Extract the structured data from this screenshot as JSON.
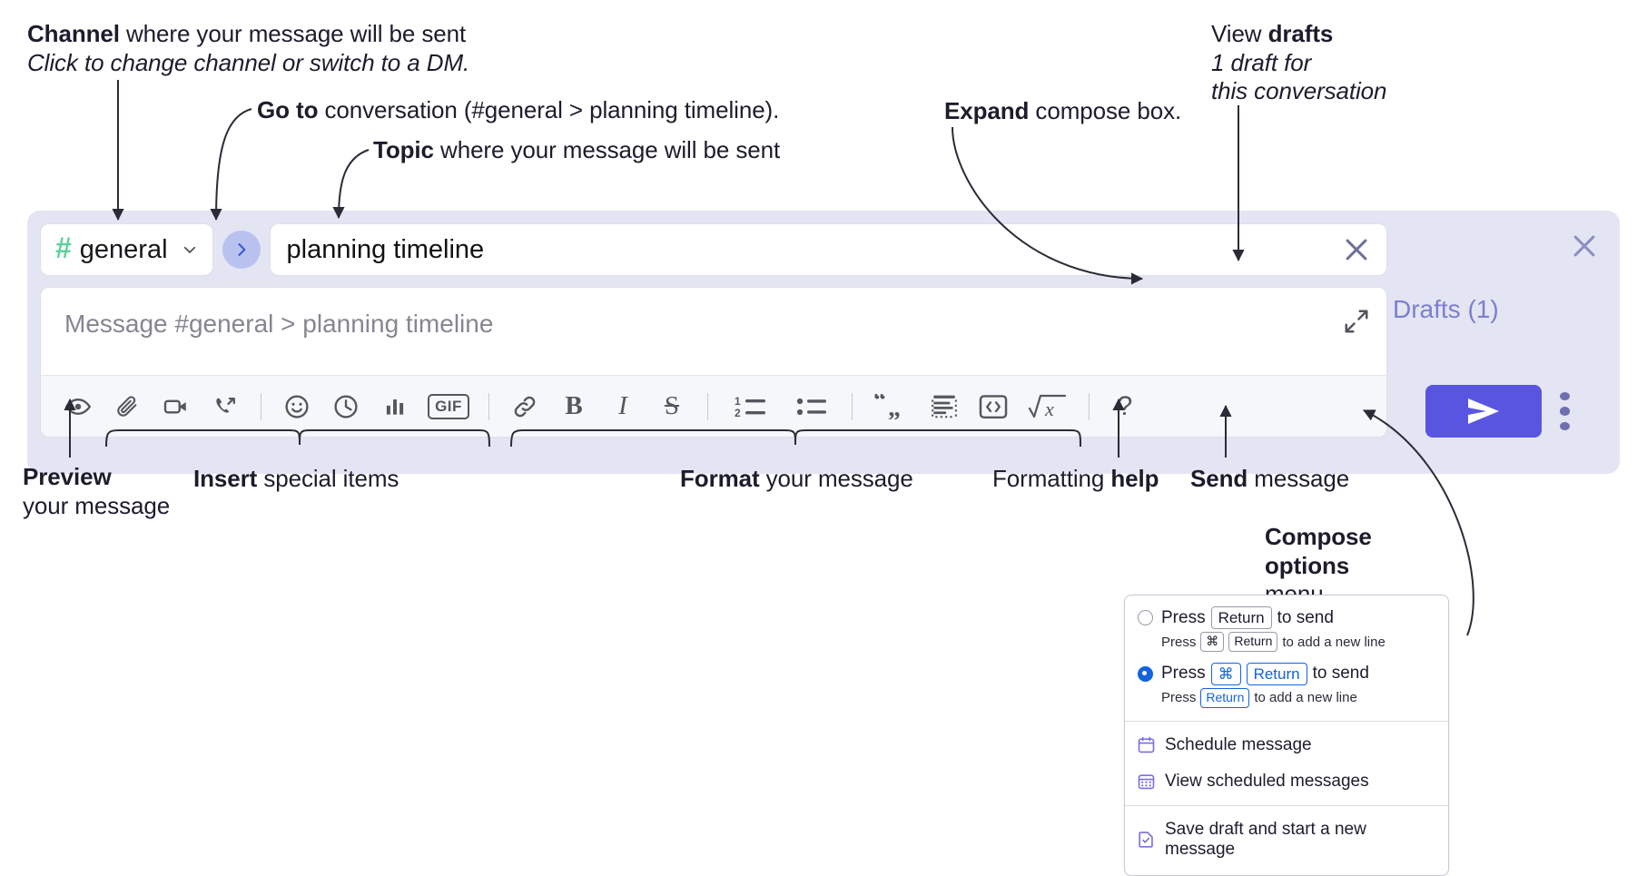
{
  "annotations": {
    "channel": {
      "strong": "Channel",
      "rest": " where your message will be sent",
      "italic": "Click to change channel or switch to a DM."
    },
    "goto": {
      "strong": "Go to",
      "rest": " conversation (#general > planning timeline)."
    },
    "topic": {
      "strong": "Topic",
      "rest": " where your message will be sent"
    },
    "expand": {
      "strong": "Expand",
      "rest": " compose box."
    },
    "drafts": {
      "lead": "View ",
      "strong": "drafts",
      "italic1": "1 draft for",
      "italic2": "this conversation"
    },
    "preview": {
      "strong": "Preview",
      "rest": "your message"
    },
    "insert": {
      "strong": "Insert",
      "rest": " special items"
    },
    "format": {
      "strong": "Format",
      "rest": " your message"
    },
    "help": {
      "lead": "Formatting ",
      "strong": "help"
    },
    "send": {
      "strong": "Send",
      "rest": " message"
    },
    "compose_options": {
      "strong1": "Compose",
      "strong2": "options",
      "rest": "menu"
    }
  },
  "compose": {
    "channel_name": "general",
    "channel_icon": "hash-icon",
    "channel_chevron": "chevron-down-icon",
    "goto_icon": "chevron-right-icon",
    "topic_value": "planning timeline",
    "topic_clear_icon": "close-icon",
    "message_placeholder": "Message #general > planning timeline",
    "expand_icon": "expand-icon",
    "panel_close_icon": "close-icon",
    "drafts_label": "Drafts (1)",
    "send_icon": "send-paper-plane-icon",
    "options_icon": "kebab-menu-icon",
    "accent_color": "#5a55e0",
    "panel_background": "#e3e5f2",
    "hash_color": "#5ed29a",
    "drafts_color": "#7b7fd1"
  },
  "toolbar": {
    "groups": [
      {
        "name": "preview",
        "items": [
          {
            "name": "preview-eye-icon",
            "label": "Preview"
          }
        ]
      },
      {
        "name": "insert",
        "items": [
          {
            "name": "attachment-paperclip-icon",
            "label": "Attach file"
          },
          {
            "name": "video-camera-icon",
            "label": "Video clip"
          },
          {
            "name": "audio-call-icon",
            "label": "Audio clip"
          }
        ]
      },
      {
        "name": "insert2",
        "items": [
          {
            "name": "emoji-smiley-icon",
            "label": "Emoji"
          },
          {
            "name": "clock-icon",
            "label": "Reminder"
          },
          {
            "name": "poll-bar-chart-icon",
            "label": "Poll"
          },
          {
            "name": "gif-icon",
            "label": "GIF"
          }
        ]
      },
      {
        "name": "format",
        "items": [
          {
            "name": "link-icon",
            "label": "Link"
          },
          {
            "name": "bold-icon",
            "label": "B"
          },
          {
            "name": "italic-icon",
            "label": "I"
          },
          {
            "name": "strikethrough-icon",
            "label": "S"
          }
        ]
      },
      {
        "name": "lists",
        "items": [
          {
            "name": "ordered-list-icon",
            "label": "Ordered list"
          },
          {
            "name": "bulleted-list-icon",
            "label": "Bulleted list"
          }
        ]
      },
      {
        "name": "blocks",
        "items": [
          {
            "name": "blockquote-icon",
            "label": "Blockquote"
          },
          {
            "name": "code-block-icon",
            "label": "Code block"
          },
          {
            "name": "inline-code-icon",
            "label": "Code"
          },
          {
            "name": "math-formula-icon",
            "label": "Math"
          }
        ]
      },
      {
        "name": "help",
        "items": [
          {
            "name": "help-question-icon",
            "label": "?"
          }
        ]
      }
    ],
    "gif_label": "GIF",
    "bold_label": "B",
    "italic_label": "I",
    "strike_label": "S",
    "help_label": "?"
  },
  "options_menu": {
    "radio_options": [
      {
        "selected": false,
        "press": "Press",
        "keys": [
          "Return"
        ],
        "tail": "to send",
        "sub_press": "Press",
        "sub_keys": [
          "⌘",
          "Return"
        ],
        "sub_tail": "to add a new line"
      },
      {
        "selected": true,
        "press": "Press",
        "keys": [
          "⌘",
          "Return"
        ],
        "tail": "to send",
        "sub_press": "Press",
        "sub_keys": [
          "Return"
        ],
        "sub_tail": "to add a new line"
      }
    ],
    "items": [
      {
        "icon": "calendar-schedule-icon",
        "label": "Schedule message"
      },
      {
        "icon": "calendar-grid-icon",
        "label": "View scheduled messages"
      },
      {
        "icon": "save-draft-icon",
        "label": "Save draft and start a new message"
      }
    ],
    "selected_color": "#1264dd",
    "icon_color": "#7b6ee0"
  }
}
